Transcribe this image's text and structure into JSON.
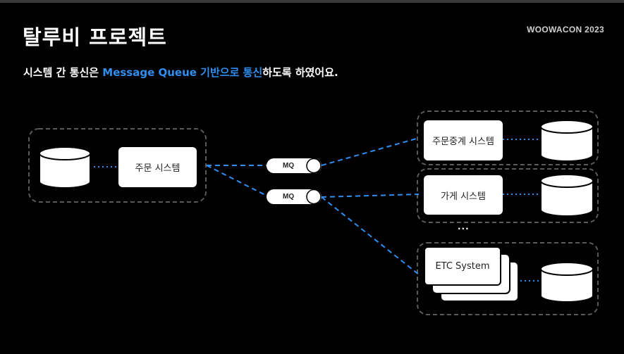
{
  "slide": {
    "title": "탈루비 프로젝트",
    "brand": "WOOWACON 2023",
    "subtitle_prefix": "시스템 간 통신은 ",
    "subtitle_highlight": "Message Queue 기반으로 통신",
    "subtitle_suffix": "하도록 하였어요."
  },
  "diagram": {
    "order_system": "주문 시스템",
    "relay_system": "주문중계 시스템",
    "store_system": "가게 시스템",
    "etc_system": "ETC System",
    "mq_label_1": "MQ",
    "mq_label_2": "MQ",
    "ellipsis": "..."
  },
  "colors": {
    "background": "#000000",
    "accent": "#2f8ef0",
    "dashed_border": "#5a5a5a",
    "box_fill": "#ffffff",
    "connector": "#2f8ef0"
  }
}
